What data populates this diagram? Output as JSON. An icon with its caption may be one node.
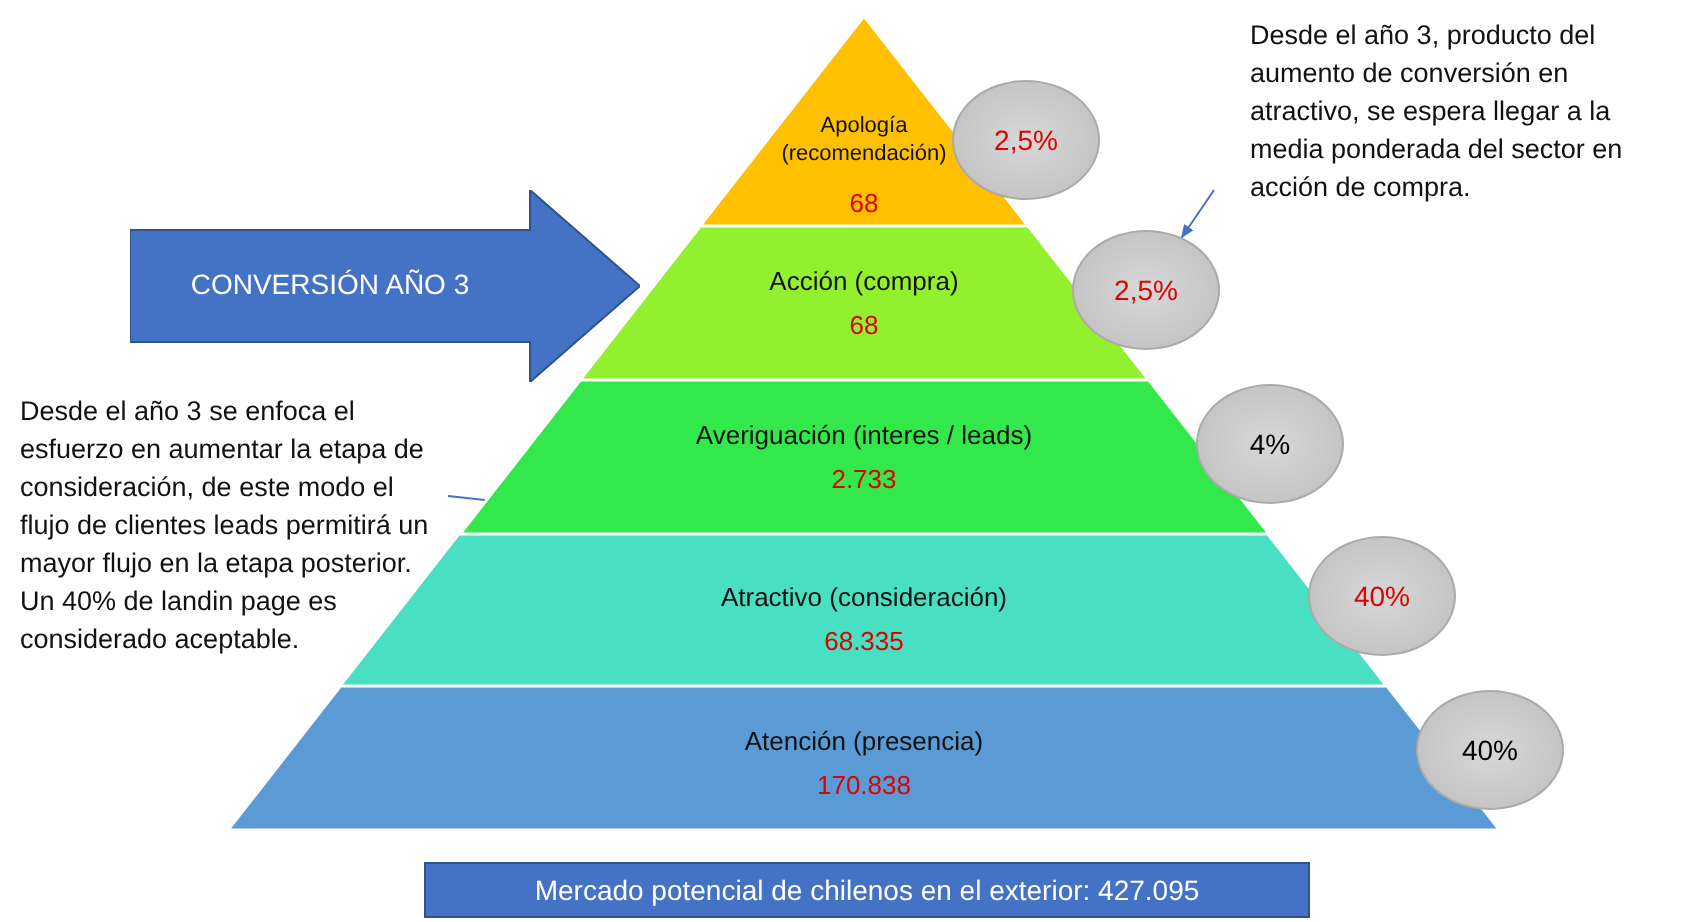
{
  "diagram": {
    "nodes": [
      {
        "text": [
          "Apología (recomendación)",
          "68"
        ]
      },
      {
        "text": [
          "Acción (compra)",
          "68"
        ]
      },
      {
        "text": [
          "Averiguación (interes / leads)",
          "2.733"
        ]
      },
      {
        "text": [
          "Atractivo (consideración)",
          "68.335"
        ]
      },
      {
        "text": [
          "Atención (presencia)",
          "170.838"
        ]
      },
      {
        "text": [
          "2,5%"
        ]
      },
      {
        "text": [
          "2,5%"
        ]
      },
      {
        "text": [
          "4%"
        ]
      },
      {
        "text": [
          "40%"
        ]
      },
      {
        "text": [
          "40%"
        ]
      },
      {
        "text": [
          "CONVERSIÓN AÑO 3"
        ]
      },
      {
        "text": [
          "Desde el año 3, producto del aumento de conversión en atractivo, se espera llegar a la media ponderada del sector en acción de compra."
        ]
      },
      {
        "text": [
          "Desde el año 3 se enfoca el esfuerzo en aumentar la etapa de consideración, de este modo el flujo de clientes leads permitirá un mayor flujo en la etapa posterior. Un 40% de landin page es considerado aceptable."
        ]
      },
      {
        "text": [
          "Mercado potencial de chilenos en el exterior: 427.095"
        ]
      }
    ],
    "edges": [
      {
        "from": 11,
        "to": 6,
        "arrow": "to"
      },
      {
        "from": 12,
        "to": 8,
        "arrow": "to"
      }
    ]
  }
}
